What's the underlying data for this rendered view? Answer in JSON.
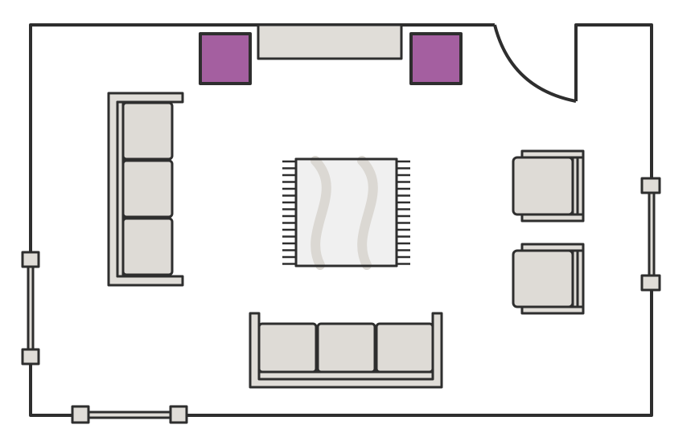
{
  "plan": {
    "type": "living-room-floor-plan",
    "colors": {
      "wall": "#2e2e2e",
      "furniture_fill": "#e0ddd8",
      "cushion_fill": "#dedbd6",
      "rug_fill": "#f0f0f0",
      "rug_wave": "#dbd8d3",
      "end_table_fill": "#a45fa0",
      "background": "#ffffff"
    },
    "items": [
      {
        "name": "sofa-left",
        "kind": "three-seat sofa",
        "cushions": 3
      },
      {
        "name": "sofa-bottom",
        "kind": "three-seat sofa",
        "cushions": 3
      },
      {
        "name": "armchair-top",
        "kind": "armchair"
      },
      {
        "name": "armchair-bottom",
        "kind": "armchair"
      },
      {
        "name": "area-rug",
        "kind": "fringed rug"
      },
      {
        "name": "tv-console",
        "kind": "console"
      },
      {
        "name": "end-table-left",
        "kind": "end table"
      },
      {
        "name": "end-table-right",
        "kind": "end table"
      },
      {
        "name": "entry-door",
        "kind": "swing door"
      },
      {
        "name": "window-left",
        "kind": "window"
      },
      {
        "name": "window-right",
        "kind": "window"
      },
      {
        "name": "window-bottom",
        "kind": "window"
      }
    ]
  }
}
